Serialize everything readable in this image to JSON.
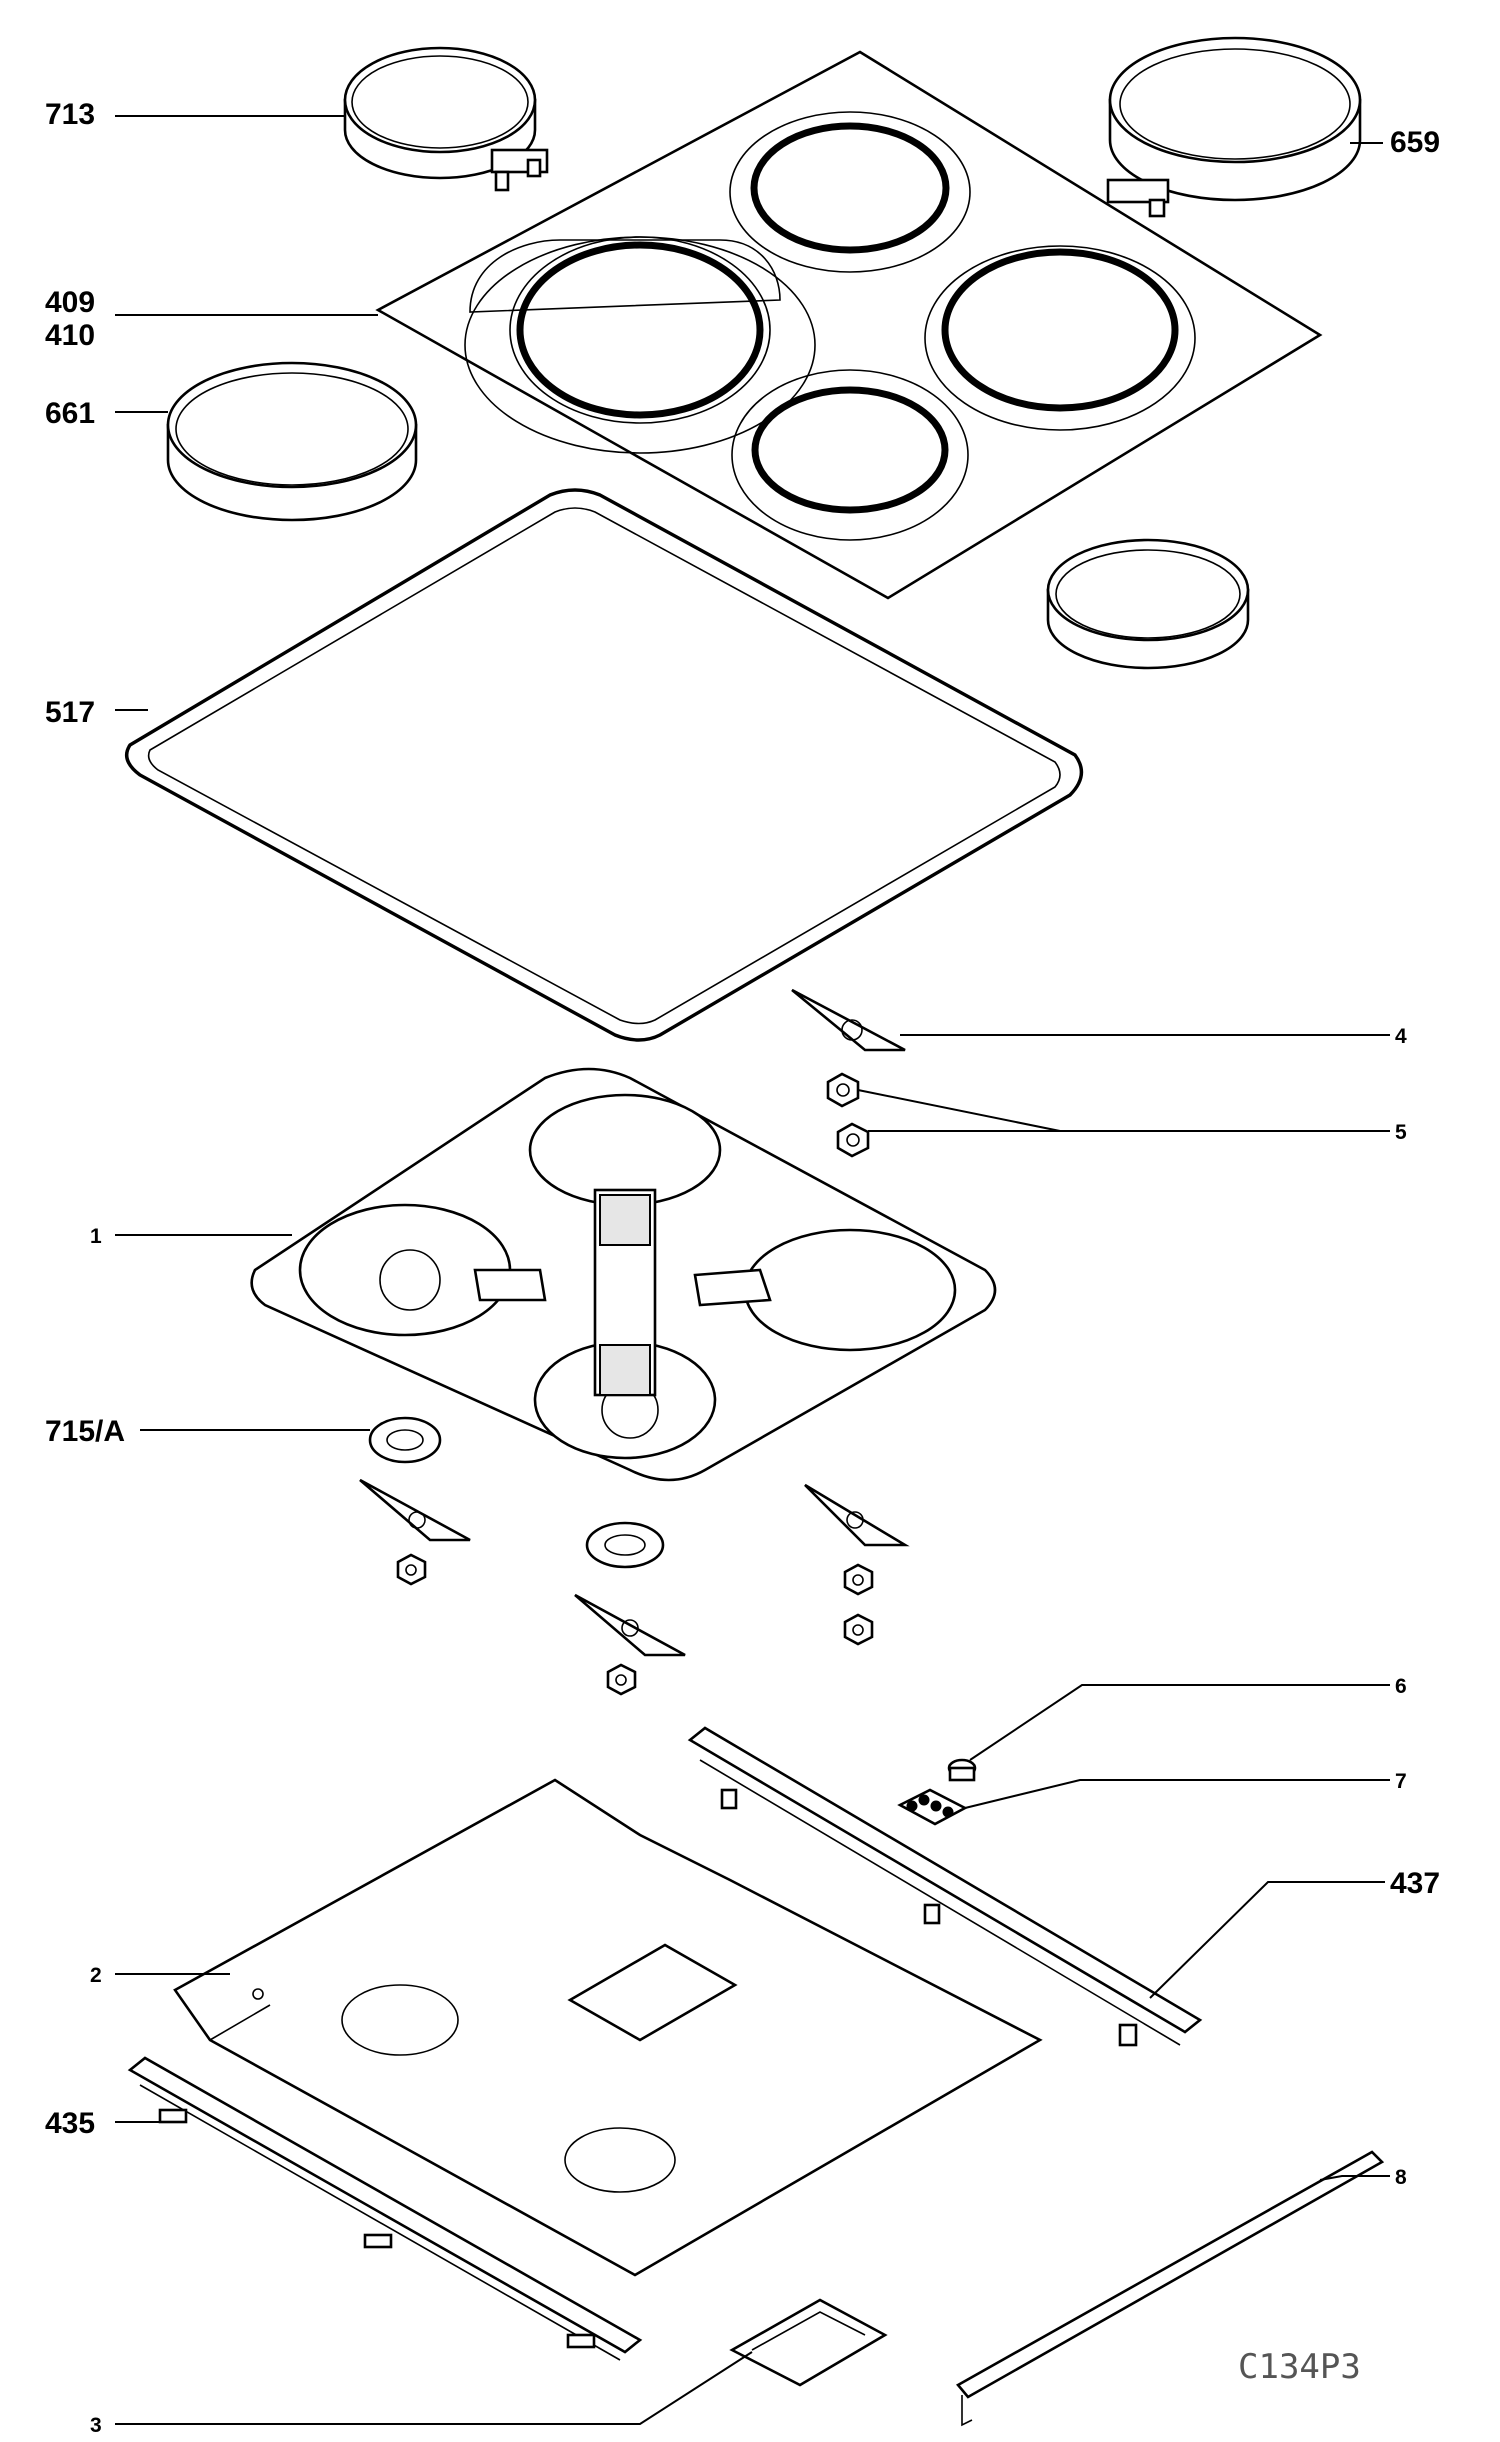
{
  "callouts": {
    "c713": "713",
    "c659": "659",
    "c409": "409",
    "c410": "410",
    "c661": "661",
    "c517": "517",
    "c4": "4",
    "c5": "5",
    "c1": "1",
    "c715a": "715/A",
    "c6": "6",
    "c7": "7",
    "c437": "437",
    "c2": "2",
    "c435": "435",
    "c8": "8",
    "c3": "3"
  },
  "drawing_code": "C134P3"
}
